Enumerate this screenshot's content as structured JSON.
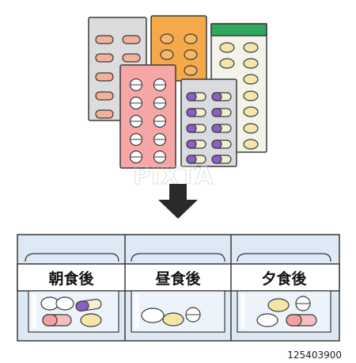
{
  "labels": {
    "morning": "朝食後",
    "noon": "昼食後",
    "evening": "夕食後"
  },
  "watermark": "PIXTA",
  "image_id": "125403900",
  "colors": {
    "pack_gray": "#dcdcdc",
    "pack_orange": "#f5a948",
    "pack_cream": "#f3f3ea",
    "pack_pink": "#f6a7a5",
    "pack_silver": "#d9dbe0",
    "cream_band": "#2fa85e",
    "pouch_blue": "#dde9f4",
    "outline": "#3a3a3a",
    "arrow": "#2a2a2a"
  },
  "icons": [
    "blister-pack-gray",
    "blister-pack-orange",
    "blister-pack-cream",
    "blister-pack-pink",
    "blister-pack-silver",
    "down-arrow-icon",
    "medicine-pouch"
  ]
}
